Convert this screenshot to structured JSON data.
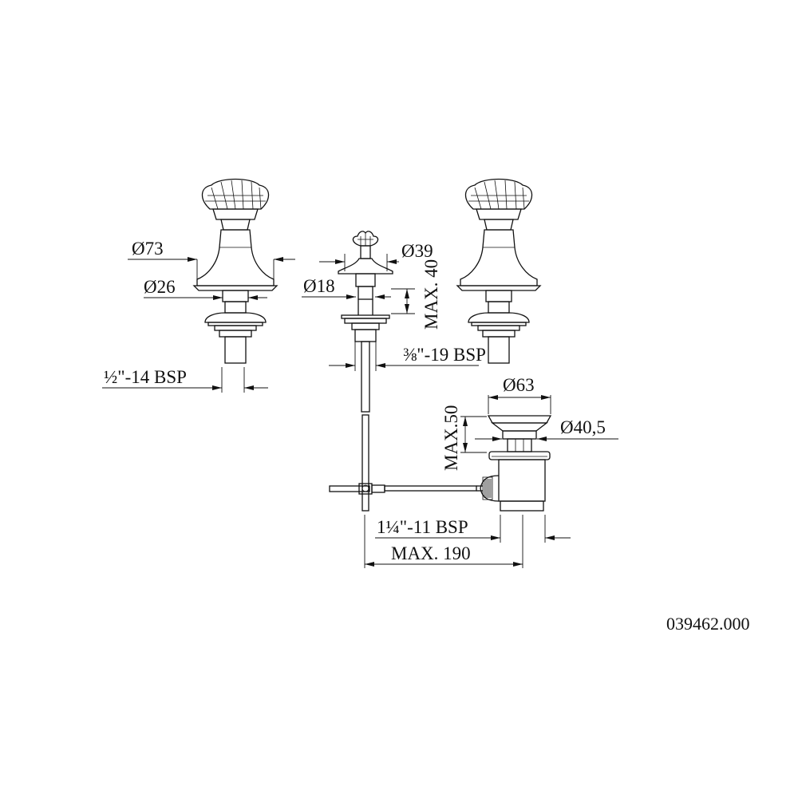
{
  "labels": {
    "d73": "Ø73",
    "d26": "Ø26",
    "bsp_half": "½\"-14 BSP",
    "d39": "Ø39",
    "d18": "Ø18",
    "max40": "MAX. 40",
    "bsp_3_8": "⅜\"-19 BSP",
    "d63": "Ø63",
    "d40_5": "Ø40,5",
    "max50": "MAX.50",
    "bsp_1_1_4": "1¼\"-11 BSP",
    "max190": "MAX. 190"
  },
  "article_number": "039462.000"
}
